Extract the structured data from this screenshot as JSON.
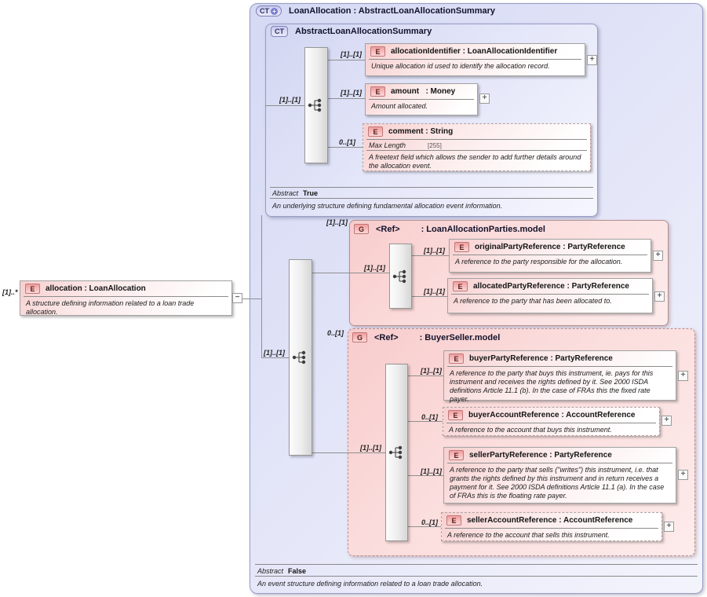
{
  "colors": {
    "container_lavender": "#d5d9f3",
    "group_pink": "#f8cccc",
    "element_pink": "#f7cfcf",
    "badge_element_border": "#c07777",
    "badge_type_border": "#8181bd",
    "connector_line": "#8f8f8f"
  },
  "ui": {
    "expand_glyph": "+",
    "collapse_glyph": "−",
    "plus_glyph": "+"
  },
  "badges": {
    "element": "E",
    "group": "G",
    "complex_type": "CT"
  },
  "root_element": {
    "cardinality": "[1]..*",
    "title": "allocation : LoanAllocation",
    "annotation": "A structure defining information related to a loan trade allocation."
  },
  "outer": {
    "title": "LoanAllocation : AbstractLoanAllocationSummary",
    "sequence_cardinality": "[1]..[1]",
    "abstract_label": "Abstract",
    "abstract_value": "False",
    "annotation": "An event structure defining information related to a loan trade allocation."
  },
  "base": {
    "title": "AbstractLoanAllocationSummary",
    "sequence_cardinality": "[1]..[1]",
    "abstract_label": "Abstract",
    "abstract_value": "True",
    "annotation": "An underlying structure defining fundamental allocation event information.",
    "elements": [
      {
        "cardinality": "[1]..[1]",
        "title": "allocationIdentifier : LoanAllocationIdentifier",
        "annotation": "Unique allocation id used to identify the allocation record."
      },
      {
        "cardinality": "[1]..[1]",
        "title": "amount   : Money",
        "annotation": "Amount allocated."
      },
      {
        "cardinality": "0..[1]",
        "title": "comment : String",
        "facet_label": "Max Length",
        "facet_value": "[255]",
        "annotation": "A freetext field which allows the sender to add further details around the allocation event."
      }
    ]
  },
  "parties_group": {
    "cardinality": "[1]..[1]",
    "ref_label": "<Ref>",
    "type_label": ": LoanAllocationParties.model",
    "sequence_cardinality": "[1]..[1]",
    "elements": [
      {
        "cardinality": "[1]..[1]",
        "title": "originalPartyReference : PartyReference",
        "annotation": "A reference to the party responsible for the allocation."
      },
      {
        "cardinality": "[1]..[1]",
        "title": "allocatedPartyReference : PartyReference",
        "annotation": "A reference to the party that has been allocated to."
      }
    ]
  },
  "buyer_seller_group": {
    "cardinality": "0..[1]",
    "ref_label": "<Ref>",
    "type_label": ": BuyerSeller.model",
    "sequence_cardinality": "[1]..[1]",
    "elements": [
      {
        "cardinality": "[1]..[1]",
        "title": "buyerPartyReference : PartyReference",
        "annotation": "A reference to the party that buys this instrument, ie. pays for this instrument and receives the rights defined by it. See 2000 ISDA definitions Article 11.1 (b). In the case of FRAs this the fixed rate payer."
      },
      {
        "cardinality": "0..[1]",
        "title": "buyerAccountReference : AccountReference",
        "annotation": "A reference to the account that buys this instrument."
      },
      {
        "cardinality": "[1]..[1]",
        "title": "sellerPartyReference : PartyReference",
        "annotation": "A reference to the party that sells (\"writes\") this instrument, i.e. that grants the rights defined by this instrument and in return receives a payment for it. See 2000 ISDA definitions Article 11.1 (a). In the case of FRAs this is the floating rate payer."
      },
      {
        "cardinality": "0..[1]",
        "title": "sellerAccountReference : AccountReference",
        "annotation": "A reference to the account that sells this instrument."
      }
    ]
  }
}
